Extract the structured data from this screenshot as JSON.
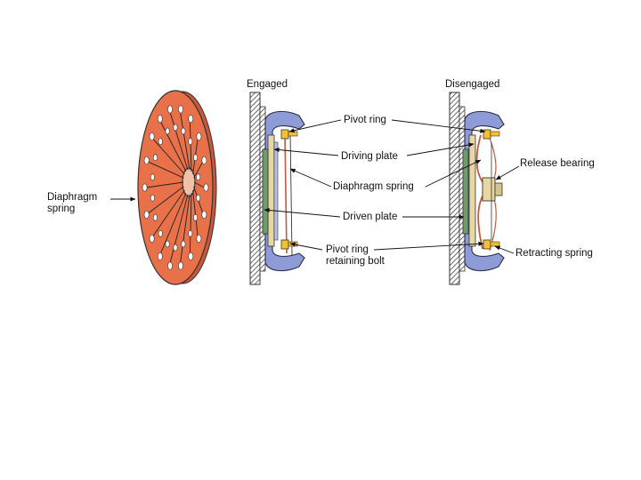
{
  "diagram": {
    "headings": {
      "engaged": "Engaged",
      "disengaged": "Disengaged"
    },
    "labels": {
      "diaphragm_spring_left_1": "Diaphragm",
      "diaphragm_spring_left_2": "spring",
      "pivot_ring": "Pivot ring",
      "driving_plate": "Driving plate",
      "diaphragm_spring": "Diaphragm spring",
      "driven_plate": "Driven plate",
      "pivot_ring_retaining_bolt_1": "Pivot ring",
      "pivot_ring_retaining_bolt_2": "retaining bolt",
      "release_bearing": "Release bearing",
      "retracting_spring": "Retracting spring"
    },
    "colors": {
      "spring_orange": "#e8714a",
      "cover_blue": "#8d9bd6",
      "plate_green": "#6f9c6a",
      "plate_tan": "#e6d7a3",
      "bolt_yellow": "#f2c12e",
      "housing_hatch": "#555555"
    }
  }
}
